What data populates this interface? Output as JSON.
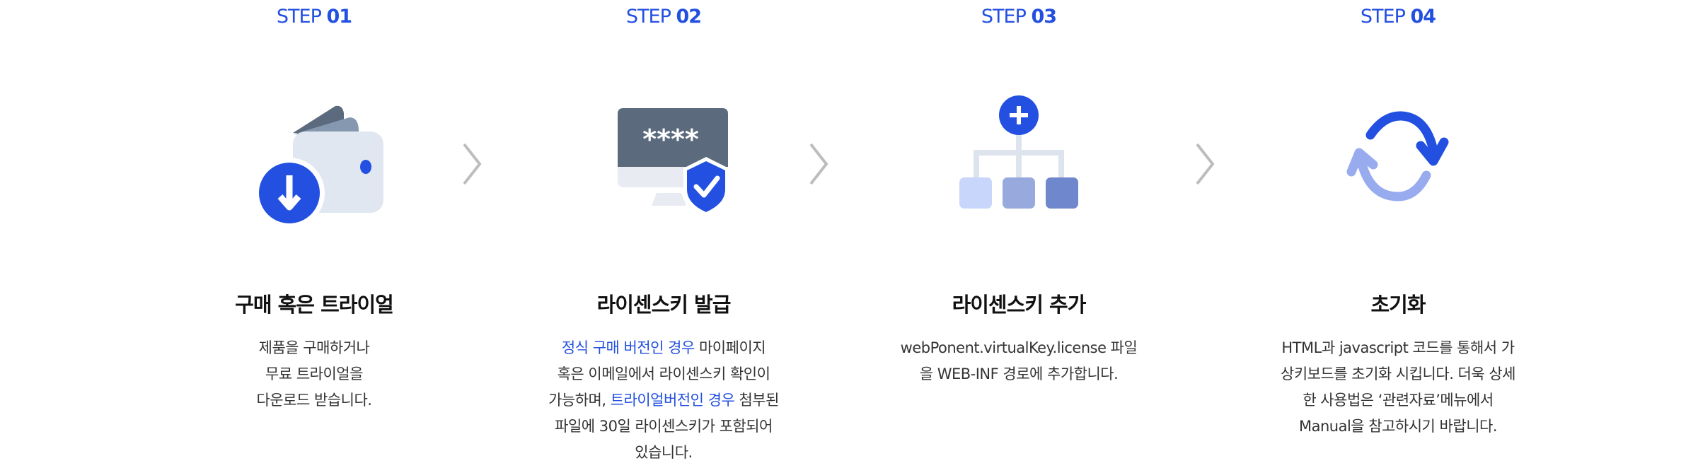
{
  "steps": [
    {
      "label": "STEP",
      "num": "01",
      "icon": "wallet-download-icon",
      "title": "구매 혹은 트라이얼",
      "lines": [
        [
          "제품을 구매하거나"
        ],
        [
          "무료 트라이얼을"
        ],
        [
          "다운로드 받습니다."
        ]
      ]
    },
    {
      "label": "STEP",
      "num": "02",
      "icon": "monitor-password-shield-icon",
      "title": "라이센스키 발급",
      "lines": [
        [
          "정식 구매 버전인 경우",
          " 마이페이지"
        ],
        [
          "혹은 이메일에서 라이센스키 확인이"
        ],
        [
          "가능하며, ",
          "트라이얼버전인 경우",
          " 첨부된"
        ],
        [
          "파일에 30일 라이센스키가 포함되어"
        ],
        [
          "있습니다."
        ]
      ]
    },
    {
      "label": "STEP",
      "num": "03",
      "icon": "add-tree-icon",
      "title": "라이센스키 추가",
      "lines": [
        [
          "webPonent.virtualKey.license 파일"
        ],
        [
          "을 WEB-INF 경로에 추가합니다."
        ]
      ]
    },
    {
      "label": "STEP",
      "num": "04",
      "icon": "refresh-icon",
      "title": "초기화",
      "lines": [
        [
          "HTML과 javascript 코드를 통해서 가"
        ],
        [
          "상키보드를 초기화 시킵니다. 더욱 상세"
        ],
        [
          "한 사용법은 ‘관련자료’메뉴에서"
        ],
        [
          "Manual을 참고하시기 바랍니다."
        ]
      ]
    }
  ],
  "colors": {
    "accent": "#2350e0",
    "text": "#333333",
    "chevron": "#bdbdbd"
  }
}
